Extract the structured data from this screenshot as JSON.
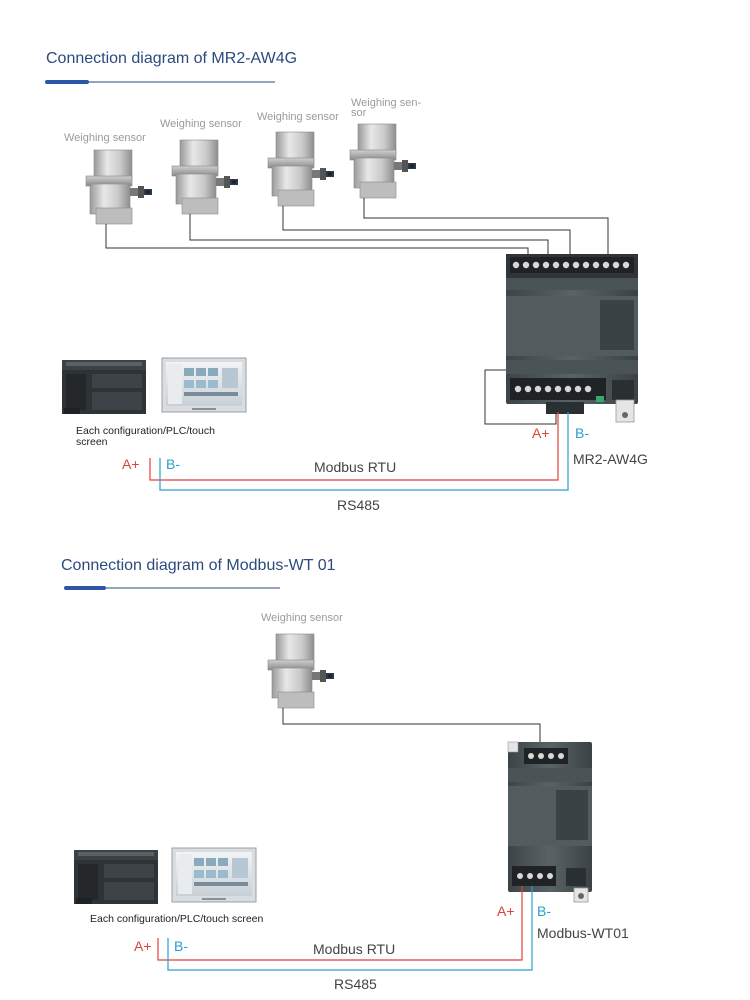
{
  "diagram1": {
    "title": "Connection diagram of MR2-AW4G",
    "sensors": [
      "Weighing sensor",
      "Weighing sensor",
      "Weighing sensor",
      "Weighing sen- sor"
    ],
    "plc_label": "Each configuration/PLC/touch screen",
    "a_plus": "A+",
    "b_minus": "B-",
    "protocol": "Modbus RTU",
    "bus": "RS485",
    "device": "MR2-AW4G"
  },
  "diagram2": {
    "title": "Connection diagram of Modbus-WT 01",
    "sensor": "Weighing sensor",
    "plc_label": "Each configuration/PLC/touch screen",
    "a_plus": "A+",
    "b_minus": "B-",
    "protocol": "Modbus RTU",
    "bus": "RS485",
    "device": "Modbus-WT01"
  },
  "colors": {
    "title": "#2b4a7e",
    "accent": "#2d56a8",
    "a_line": "#e0413a",
    "b_line": "#2a9fd0",
    "wire": "#333333"
  }
}
